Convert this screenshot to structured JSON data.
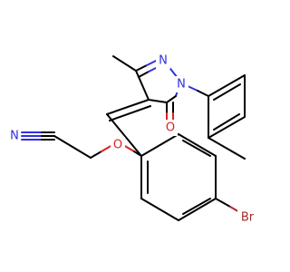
{
  "atoms": {
    "nitrile_N": "N",
    "ether_O": "O",
    "ring_N1": "N",
    "ring_N2": "N",
    "carbonyl_O": "O",
    "bromine": "Br"
  },
  "colors": {
    "carbon": "#000000",
    "nitrogen": "#3030e0",
    "oxygen": "#e02020",
    "bromine": "#a52a2a",
    "background": "#ffffff"
  }
}
